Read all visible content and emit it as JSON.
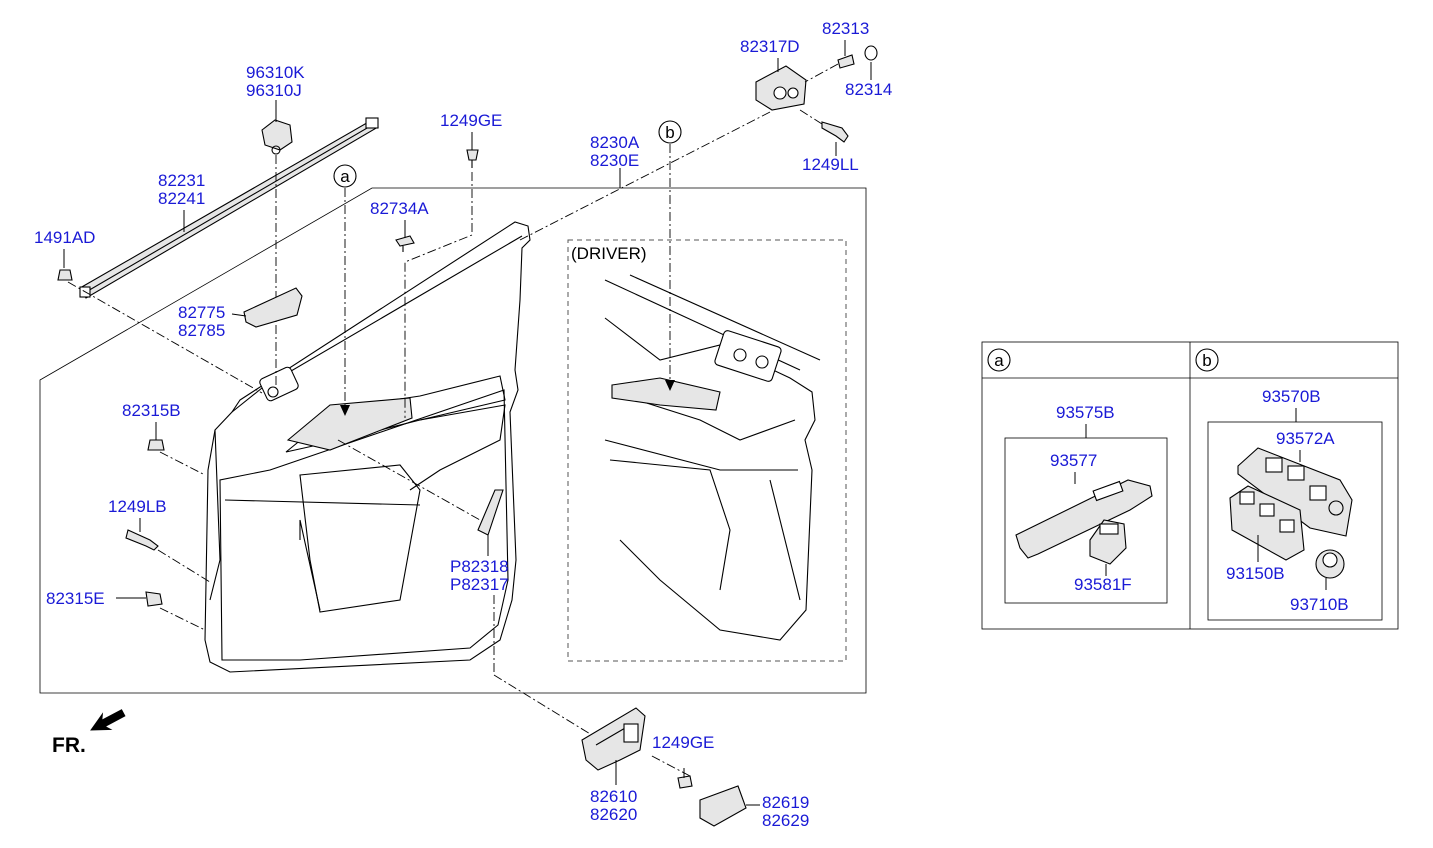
{
  "labels": {
    "p96310": [
      "96310K",
      "96310J"
    ],
    "p82317d": "82317D",
    "p82313": "82313",
    "p82314": "82314",
    "p1249ll": "1249LL",
    "p1249ge_top": "1249GE",
    "p8230": [
      "8230A",
      "8230E"
    ],
    "p82231": [
      "82231",
      "82241"
    ],
    "p82734a": "82734A",
    "p1491ad": "1491AD",
    "p82775": [
      "82775",
      "82785"
    ],
    "p82315b": "82315B",
    "p1249lb": "1249LB",
    "p82315e": "82315E",
    "p82318": [
      "P82318",
      "P82317"
    ],
    "p1249ge_bottom": "1249GE",
    "p82610": [
      "82610",
      "82620"
    ],
    "p82619": [
      "82619",
      "82629"
    ],
    "driver": "(DRIVER)",
    "fr": "FR.",
    "callout_a": "a",
    "callout_b": "b"
  },
  "legend": {
    "a": {
      "letter": "a",
      "p93575b": "93575B",
      "p93577": "93577",
      "p93581f": "93581F"
    },
    "b": {
      "letter": "b",
      "p93570b": "93570B",
      "p93572a": "93572A",
      "p93150b": "93150B",
      "p93710b": "93710B"
    }
  },
  "colors": {
    "part_number": "#1a1ad6",
    "line": "#000000",
    "part_fill": "#e6e6e6"
  }
}
